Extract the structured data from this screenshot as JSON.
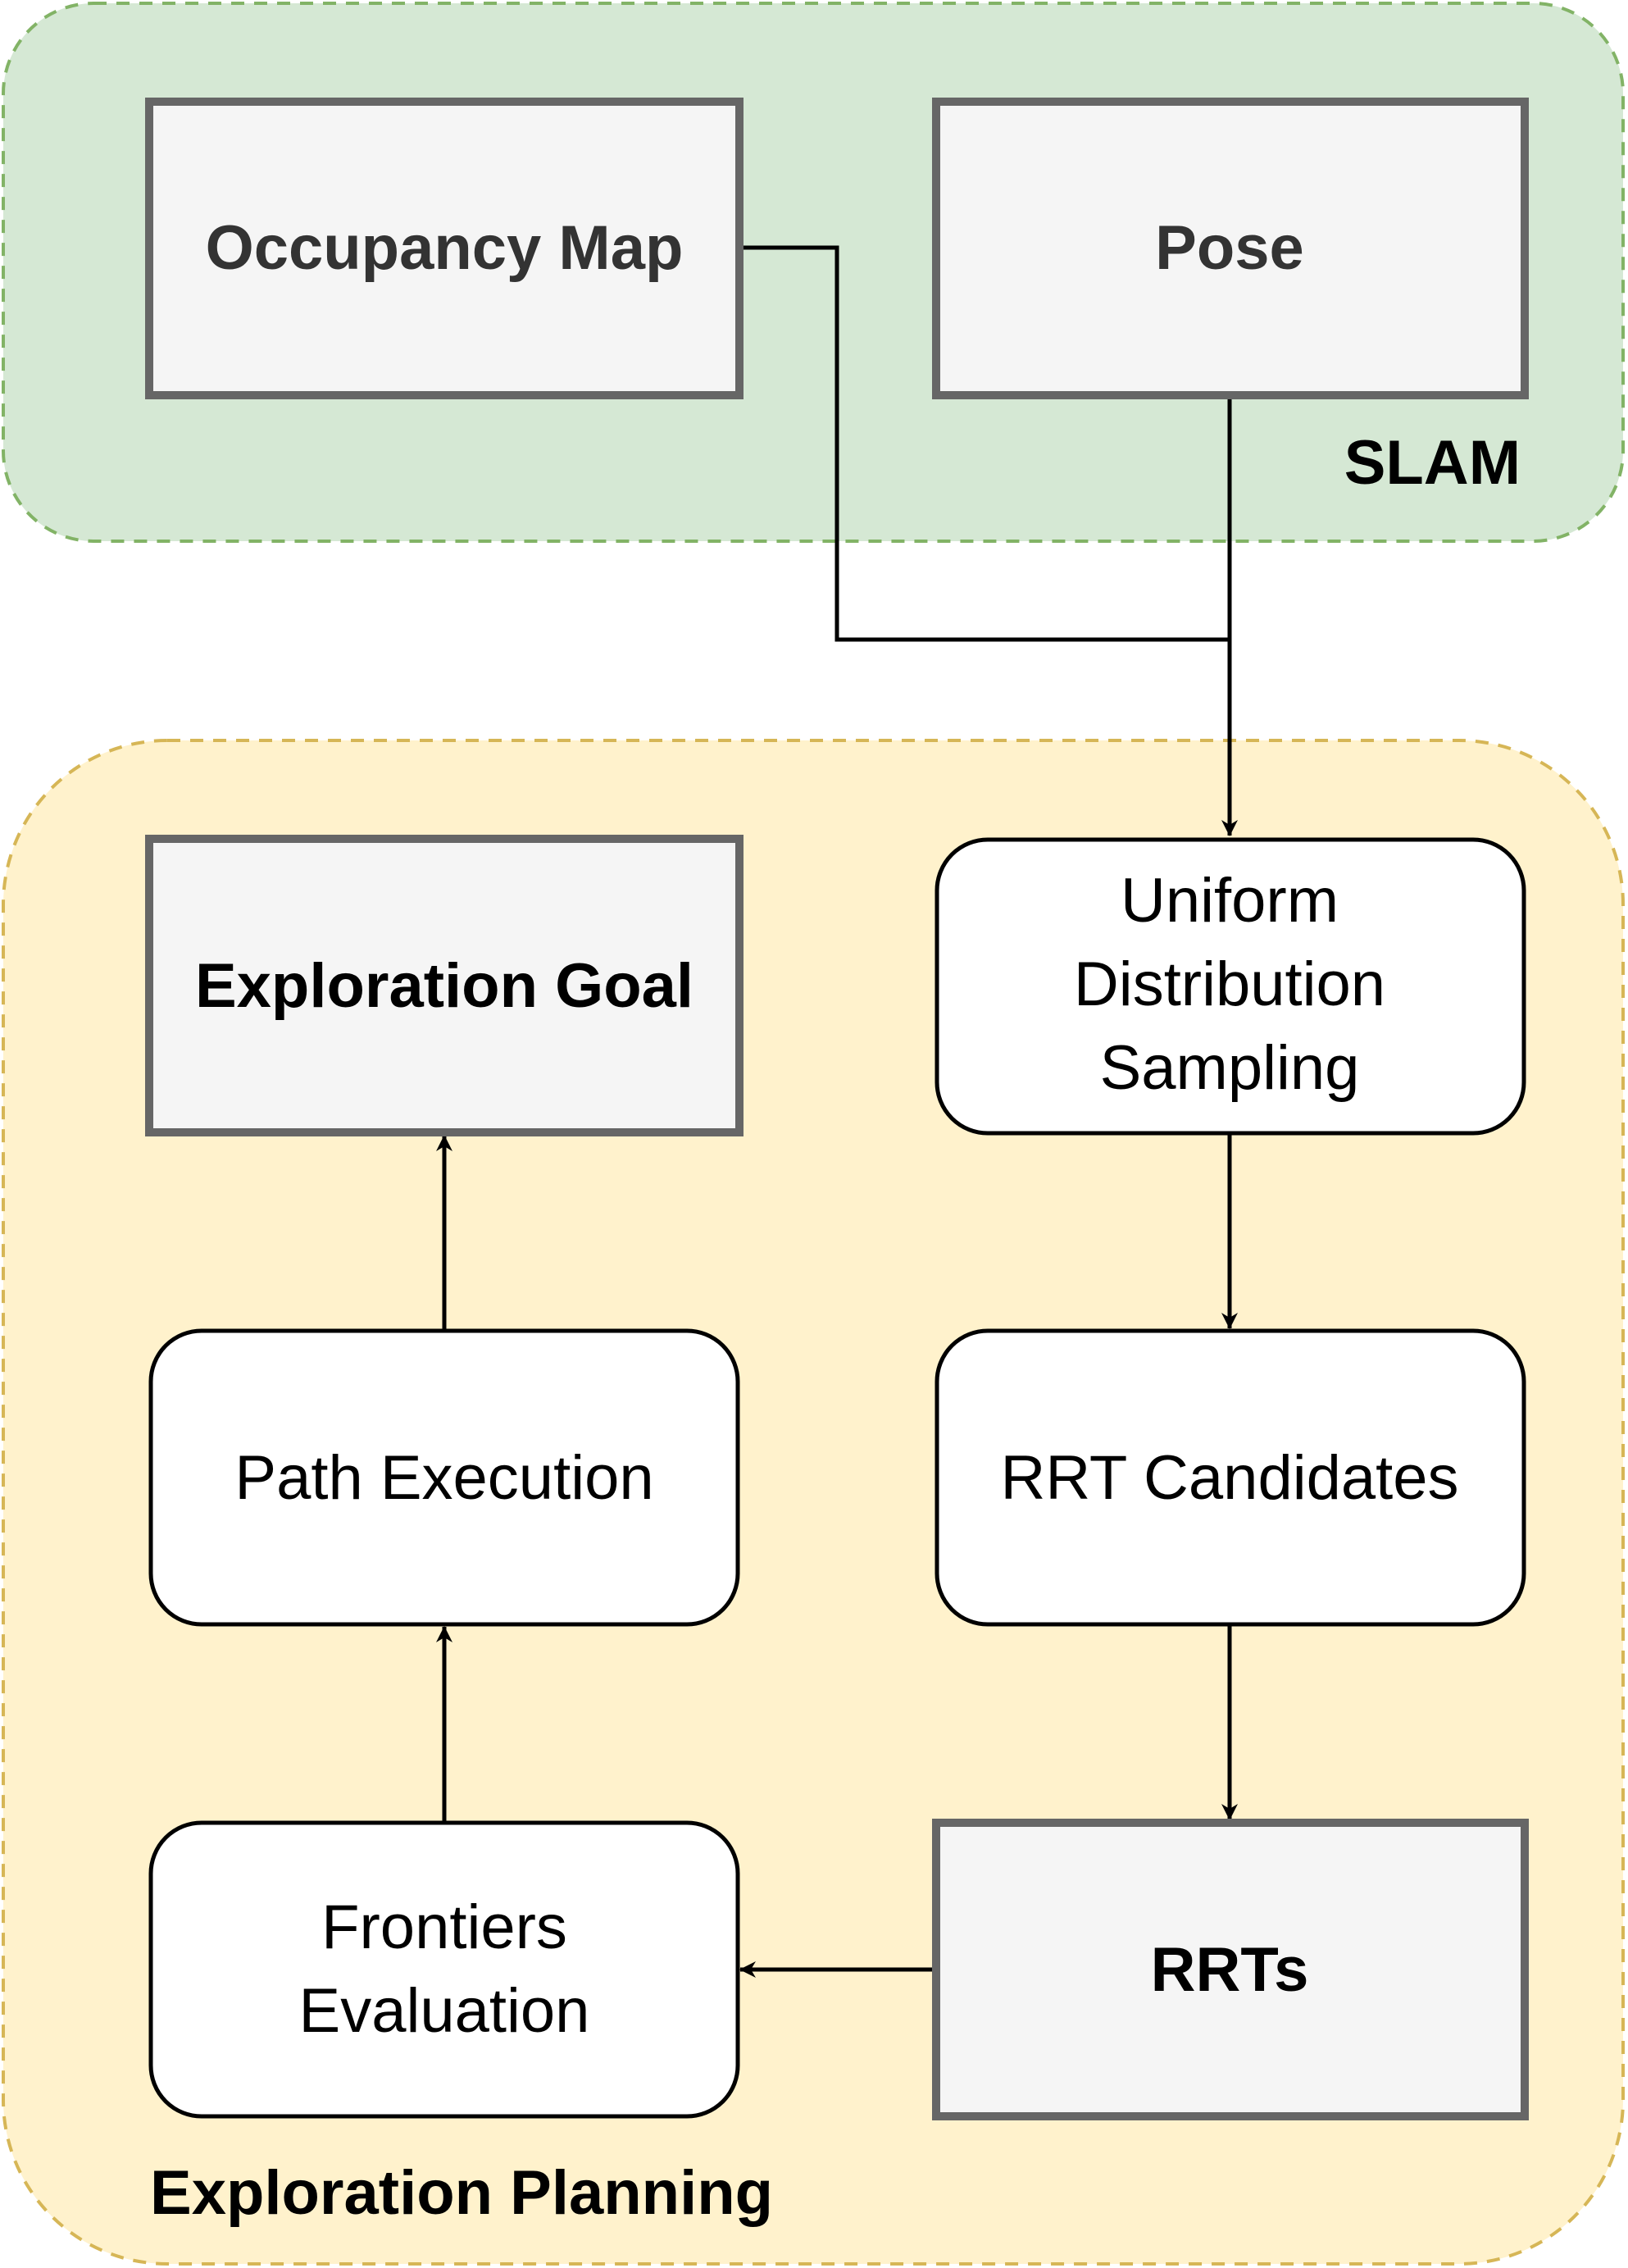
{
  "groups": {
    "slam": {
      "label": "SLAM",
      "fill": "#d5e8d4",
      "stroke": "#82b366"
    },
    "exploration": {
      "label": "Exploration Planning",
      "fill": "#fff2cc",
      "stroke": "#d6b656"
    }
  },
  "nodes": {
    "occupancy_map": {
      "lines": [
        "Occupancy Map"
      ]
    },
    "pose": {
      "lines": [
        "Pose"
      ]
    },
    "exploration_goal": {
      "lines": [
        "Exploration Goal"
      ]
    },
    "uniform_sampling": {
      "lines": [
        "Uniform",
        "Distribution",
        "Sampling"
      ]
    },
    "path_execution": {
      "lines": [
        "Path Execution"
      ]
    },
    "rrt_candidates": {
      "lines": [
        "RRT Candidates"
      ]
    },
    "frontiers_evaluation": {
      "lines": [
        "Frontiers",
        "Evaluation"
      ]
    },
    "rrts": {
      "lines": [
        "RRTs"
      ]
    }
  },
  "colors": {
    "data_box_fill": "#f5f5f5",
    "data_box_stroke": "#666666",
    "data_box_text": "#333333",
    "process_fill": "#ffffff",
    "process_stroke": "#000000",
    "edge": "#000000"
  },
  "edges": [
    {
      "from": "occupancy_map",
      "to": "uniform_sampling"
    },
    {
      "from": "pose",
      "to": "uniform_sampling"
    },
    {
      "from": "uniform_sampling",
      "to": "rrt_candidates"
    },
    {
      "from": "rrt_candidates",
      "to": "rrts"
    },
    {
      "from": "rrts",
      "to": "frontiers_evaluation"
    },
    {
      "from": "frontiers_evaluation",
      "to": "path_execution"
    },
    {
      "from": "path_execution",
      "to": "exploration_goal"
    }
  ]
}
